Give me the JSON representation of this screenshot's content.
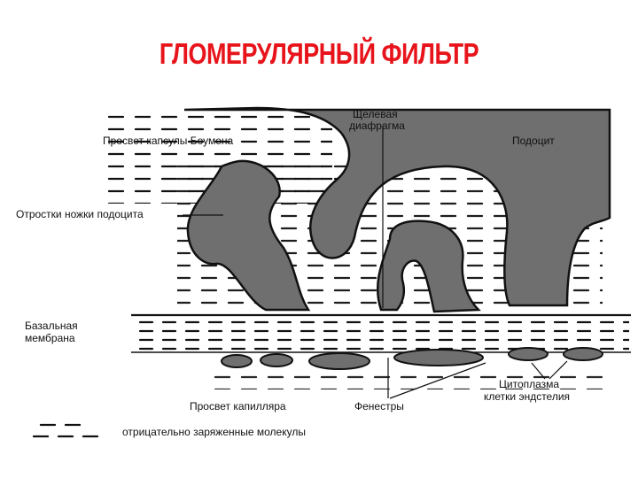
{
  "title": "ГЛОМЕРУЛЯРНЫЙ ФИЛЬТР",
  "labels": {
    "bowman_lumen": "Просвет капсулы Боумена",
    "slit_diaphragm_1": "Щелевая",
    "slit_diaphragm_2": "диафрагма",
    "podocyte": "Подоцит",
    "foot_processes": "Отростки ножки подоцита",
    "basement_1": "Базальная",
    "basement_2": "мембрана",
    "capillary_lumen": "Просвет капилляра",
    "fenestrae": "Фенестры",
    "endothelial_1": "Цитоплазма",
    "endothelial_2": "клетки эндстелия"
  },
  "legend": {
    "text": "отрицательно заряженные молекулы"
  },
  "colors": {
    "title": "#e8141b",
    "podocyte_fill": "#6f6f6f",
    "ink": "#111111"
  }
}
